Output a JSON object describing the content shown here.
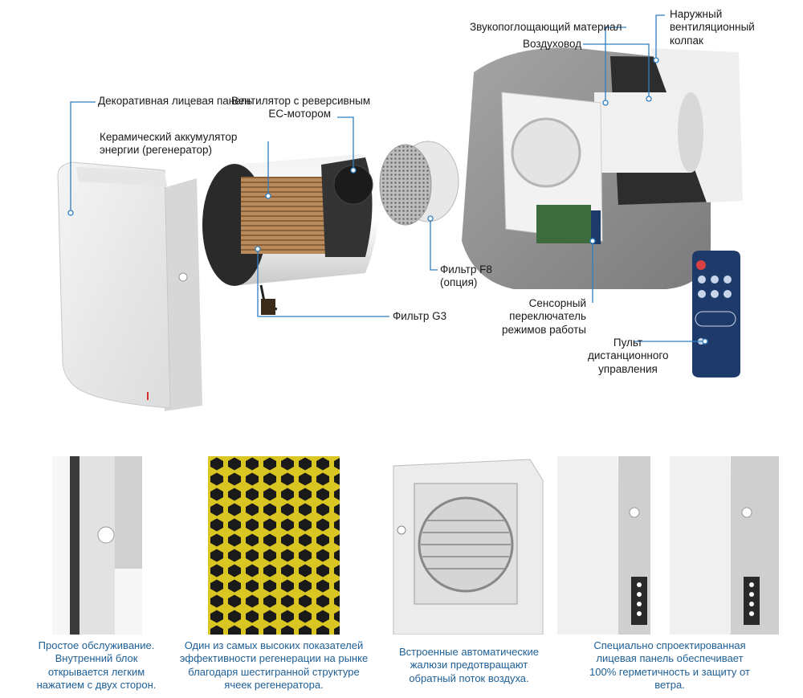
{
  "diagram": {
    "callouts": {
      "face_panel": "Декоративная лицевая панель",
      "fan": [
        "Вентилятор с реверсивным",
        "EC-мотором"
      ],
      "ceramic": [
        "Керамический аккумулятор",
        "энергии (регенератор)"
      ],
      "filter_g3": "Фильтр G3",
      "filter_f8": [
        "Фильтр F8",
        "(опция)"
      ],
      "sound": "Звукопоглощающий материал",
      "duct": "Воздуховод",
      "hood": [
        "Наружный",
        "вентиляционный",
        "колпак"
      ],
      "sensor": [
        "Сенсорный",
        "переключатель",
        "режимов работы"
      ],
      "remote": [
        "Пульт",
        "дистанционного",
        "управления"
      ]
    },
    "colors": {
      "leader_line": "#2f7fc1",
      "caption_text": "#1e5f96",
      "remote_body": "#1e3a6b",
      "honeycomb_fill": "#1a1a1a",
      "honeycomb_edge": "#d9c623",
      "regenerator": "#b98a5a",
      "concrete": "#8f8f8f"
    },
    "icons": [
      "power-icon",
      "play-icon",
      "pause-icon"
    ]
  },
  "features": [
    {
      "caption": [
        "Простое обслуживание.",
        "Внутренний блок",
        "открывается легким",
        "нажатием с двух сторон."
      ]
    },
    {
      "caption": [
        "Один из самых высоких показателей",
        "эффективности регенерации на рынке",
        "благодаря шестигранной структуре",
        "ячеек регенератора."
      ]
    },
    {
      "caption": [
        "Встроенные автоматические",
        "жалюзи предотвращают",
        "обратный поток воздуха."
      ]
    },
    {
      "caption": [
        "Специально спроектированная",
        "лицевая панель обеспечивает",
        "100% герметичность и защиту от",
        "ветра."
      ]
    }
  ]
}
